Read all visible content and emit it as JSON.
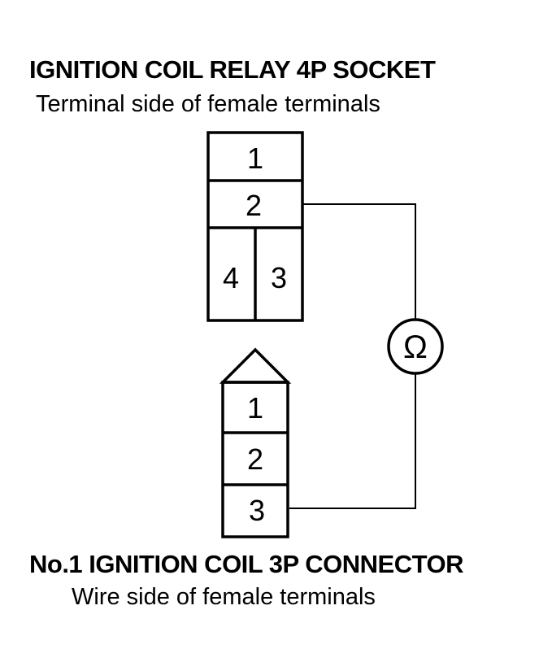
{
  "relay_socket": {
    "title": "IGNITION COIL RELAY 4P SOCKET",
    "subtitle": "Terminal side of female terminals",
    "terminals": [
      "1",
      "2",
      "4",
      "3"
    ]
  },
  "coil_connector": {
    "title": "No.1 IGNITION COIL 3P CONNECTOR",
    "subtitle": "Wire side of female terminals",
    "terminals": [
      "1",
      "2",
      "3"
    ]
  },
  "meter": {
    "symbol": "Ω"
  }
}
